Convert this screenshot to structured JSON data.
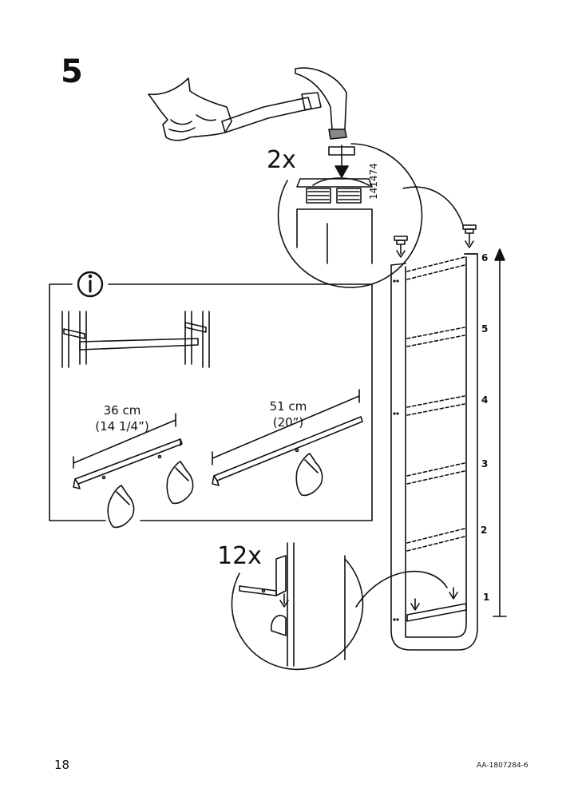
{
  "step": {
    "number": "5"
  },
  "callouts": {
    "plug_quantity": "2x",
    "rail_quantity": "12x",
    "part_code": "141474"
  },
  "info_box": {
    "icon": "info-icon",
    "short_rail": {
      "metric": "36 cm",
      "imperial": "(14 1/4”)"
    },
    "long_rail": {
      "metric": "51 cm",
      "imperial": "(20”)"
    }
  },
  "frame": {
    "levels": [
      "1",
      "2",
      "3",
      "4",
      "5",
      "6"
    ]
  },
  "footer": {
    "page_number": "18",
    "doc_code": "AA-1807284-6"
  },
  "colors": {
    "ink": "#111111",
    "background": "#ffffff"
  }
}
